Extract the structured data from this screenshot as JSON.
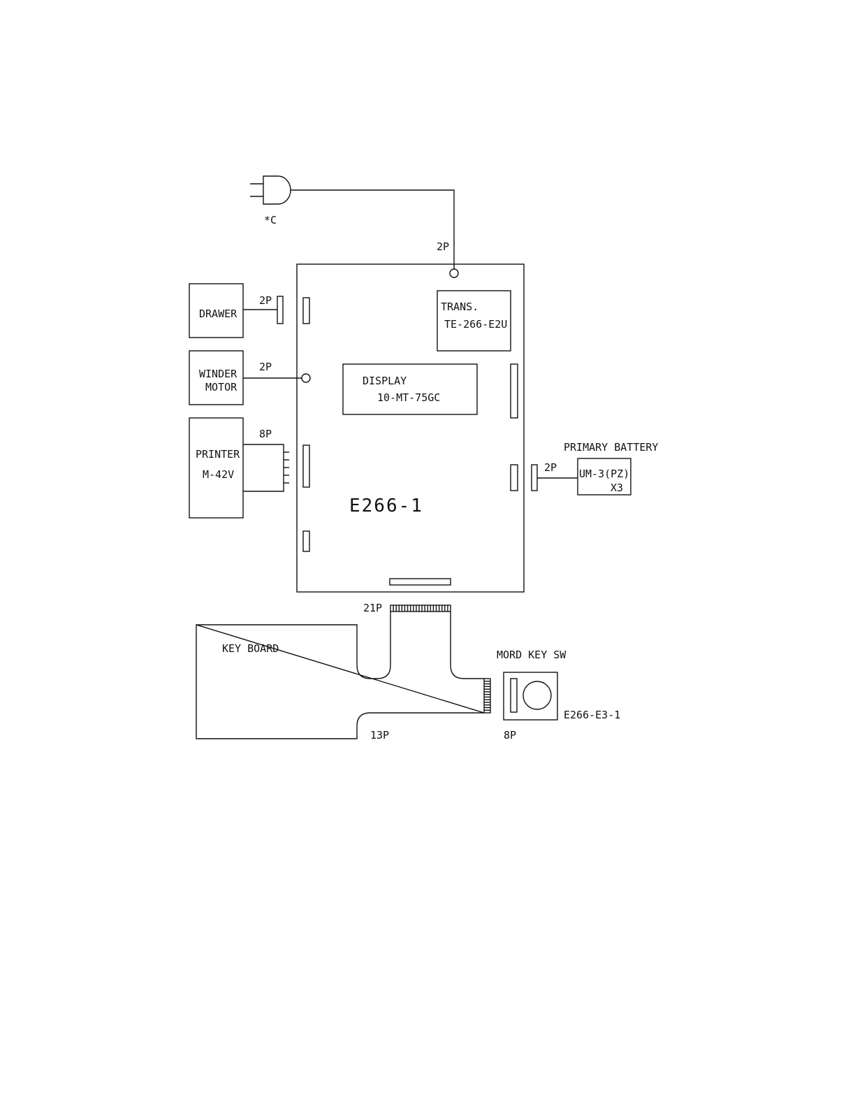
{
  "plug": {
    "label": "*C",
    "connector": "2P"
  },
  "main_board": {
    "label": "E266-1"
  },
  "trans": {
    "title": "TRANS.",
    "model": "TE-266-E2U"
  },
  "display": {
    "title": "DISPLAY",
    "model": "10-MT-75GC"
  },
  "drawer": {
    "label": "DRAWER",
    "connector": "2P"
  },
  "winder_motor": {
    "line1": "WINDER",
    "line2": "MOTOR",
    "connector": "2P"
  },
  "printer": {
    "line1": "PRINTER",
    "line2": "M-42V",
    "connector": "8P"
  },
  "battery": {
    "title": "PRIMARY BATTERY",
    "line1": "UM-3(PZ)",
    "line2": "X3",
    "connector": "2P"
  },
  "keyboard": {
    "label": "KEY  BOARD",
    "connector_top": "21P",
    "connector_bottom": "13P"
  },
  "mode_key": {
    "title": "MORD  KEY  SW",
    "board": "E266-E3-1",
    "connector": "8P"
  }
}
